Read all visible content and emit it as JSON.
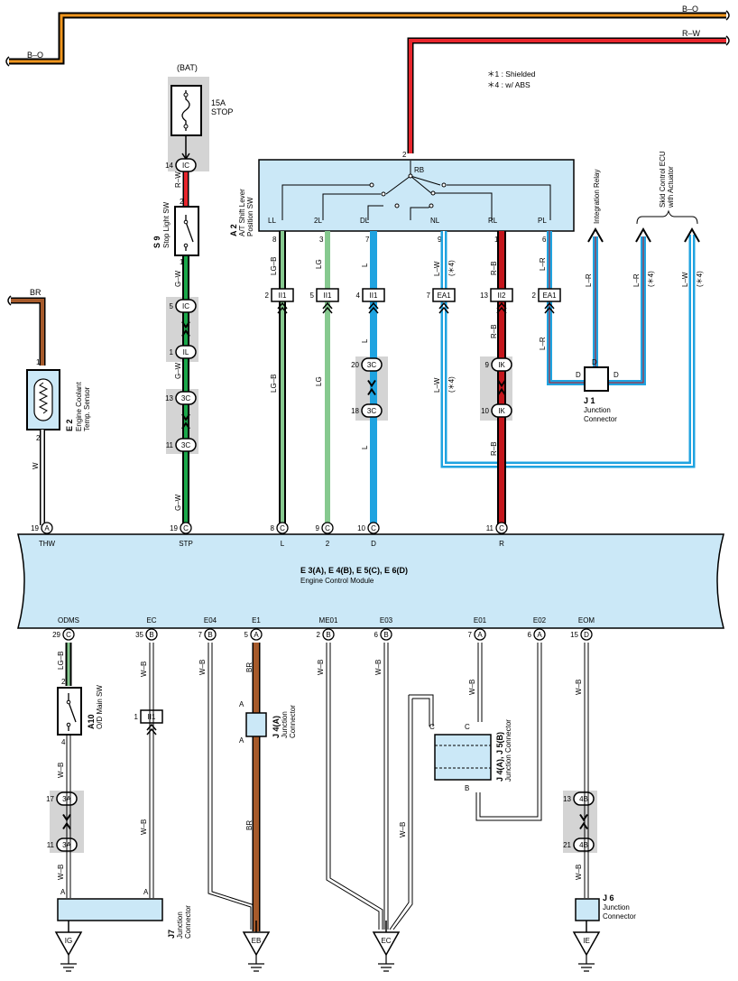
{
  "notes": {
    "shielded": "＊1 : Shielded",
    "abs": "＊4 : w/ ABS"
  },
  "wires": {
    "top_bo": "B–O",
    "top_rw": "R–W",
    "br_in": "BR",
    "rw": "R–W",
    "w": "W",
    "gw": "G–W",
    "lgb": "LG–B",
    "lg": "LG",
    "l": "L",
    "lw": "L–W",
    "rb": "R–B",
    "lr": "L–R",
    "wb": "W–B",
    "br": "BR",
    "star4": "(＊4)"
  },
  "components": {
    "bat": "(BAT)",
    "fuse_amp": "15A",
    "fuse_name": "STOP",
    "e2_code": "E 2",
    "e2_name1": "Engine Coolant",
    "e2_name2": "Temp. Sensor",
    "s9_code": "S 9",
    "s9_name": "Stop Light SW",
    "a2_code": "A 2",
    "a2_name1": "A/T Shift Lever",
    "a2_name2": "Position SW",
    "rb": "RB",
    "a2_terms": [
      "LL",
      "2L",
      "DL",
      "NL",
      "RL",
      "PL"
    ],
    "a2_pins": [
      "8",
      "3",
      "7",
      "9",
      "1",
      "6"
    ],
    "a2_rw_pin": "2",
    "integration_relay": "Integration Relay",
    "skid_ecu1": "Skid Control ECU",
    "skid_ecu2": "with Actuator",
    "j1_code": "J 1",
    "j1_name1": "Junction",
    "j1_name2": "Connector",
    "j1_pin": "D",
    "ecm_codes": "E 3(A), E 4(B), E 5(C), E 6(D)",
    "ecm_name": "Engine Control Module",
    "a10_code": "A10",
    "a10_name": "O/D Main SW",
    "j4a_code": "J 4(A)",
    "j4a_name1": "Junction",
    "j4a_name2": "Connector",
    "j45_code": "J 4(A), J 5(B)",
    "j45_name": "Junction Connector",
    "j7_code": "J7",
    "j7_name1": "Junction",
    "j7_name2": "Connector",
    "j6_code": "J 6",
    "j6_name1": "Junction",
    "j6_name2": "Connector",
    "grounds": [
      "IG",
      "EB",
      "EC",
      "IE"
    ]
  },
  "ecm_top": {
    "labels": [
      "THW",
      "STP",
      "L",
      "2",
      "D",
      "R"
    ],
    "pins": [
      "19",
      "19",
      "8",
      "9",
      "10",
      "11"
    ],
    "conns": [
      "A",
      "C",
      "C",
      "C",
      "C",
      "C"
    ]
  },
  "ecm_bottom": {
    "labels": [
      "ODMS",
      "EC",
      "E04",
      "E1",
      "ME01",
      "E03",
      "E01",
      "E02",
      "EOM"
    ],
    "pins": [
      "29",
      "35",
      "7",
      "5",
      "2",
      "6",
      "7",
      "6",
      "15"
    ],
    "conns": [
      "C",
      "B",
      "B",
      "A",
      "B",
      "B",
      "A",
      "A",
      "D"
    ]
  },
  "connectors": {
    "ic1": "IC",
    "ic1_pin": "14",
    "ic2": "IC",
    "ic2_pin": "5",
    "il": "IL",
    "il_pin": "1",
    "c3c_a": "3C",
    "c3c_a_pin": "13",
    "c3c_b": "3C",
    "c3c_b_pin": "11",
    "ii1_a": "II1",
    "ii1_a_pin": "2",
    "ii1_b": "II1",
    "ii1_b_pin": "5",
    "ii1_c": "II1",
    "ii1_c_pin": "4",
    "ea1_a": "EA1",
    "ea1_a_pin": "7",
    "ii2": "II2",
    "ii2_pin": "13",
    "ea1_b": "EA1",
    "ea1_b_pin": "2",
    "c3c_c": "3C",
    "c3c_c_pin": "20",
    "c3c_d": "3C",
    "c3c_d_pin": "18",
    "ik_a": "IK",
    "ik_a_pin": "9",
    "ik_b": "IK",
    "ik_b_pin": "10",
    "ii1_d": "II1",
    "ii1_d_pin": "1",
    "c3a_a": "3A",
    "c3a_a_pin": "17",
    "c3a_b": "3A",
    "c3a_b_pin": "11",
    "c4b_a": "4B",
    "c4b_a_pin": "13",
    "c4b_b": "4B",
    "c4b_b_pin": "21"
  },
  "pins": {
    "s9_top": "2",
    "s9_bot": "1",
    "e2_top": "1",
    "e2_bot": "2",
    "a10_top": "2",
    "a10_bot": "4",
    "j_a": "A",
    "j_b": "B",
    "j_c": "C"
  },
  "colors": {
    "panel": "#cbe8f7",
    "shade": "#d4d4d4",
    "orange": "#f0961e",
    "red": "#e8262d",
    "green": "#1aa84a",
    "lightgreen": "#86c98f",
    "blue": "#1fa3e0",
    "brown": "#a65a2b",
    "darkred": "#c4161c"
  }
}
